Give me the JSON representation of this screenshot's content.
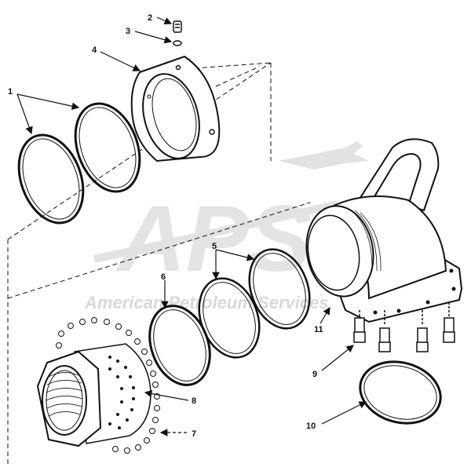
{
  "watermark": {
    "logo": "APS",
    "company": "American Petroleum Services"
  },
  "callouts": {
    "c1": "1",
    "c2": "2",
    "c3": "3",
    "c4": "4",
    "c5": "5",
    "c6": "6",
    "c7": "7",
    "c8": "8",
    "c9": "9",
    "c10": "10",
    "c11": "11"
  },
  "colors": {
    "line": "#111111",
    "watermark": "#dcdcdc"
  }
}
